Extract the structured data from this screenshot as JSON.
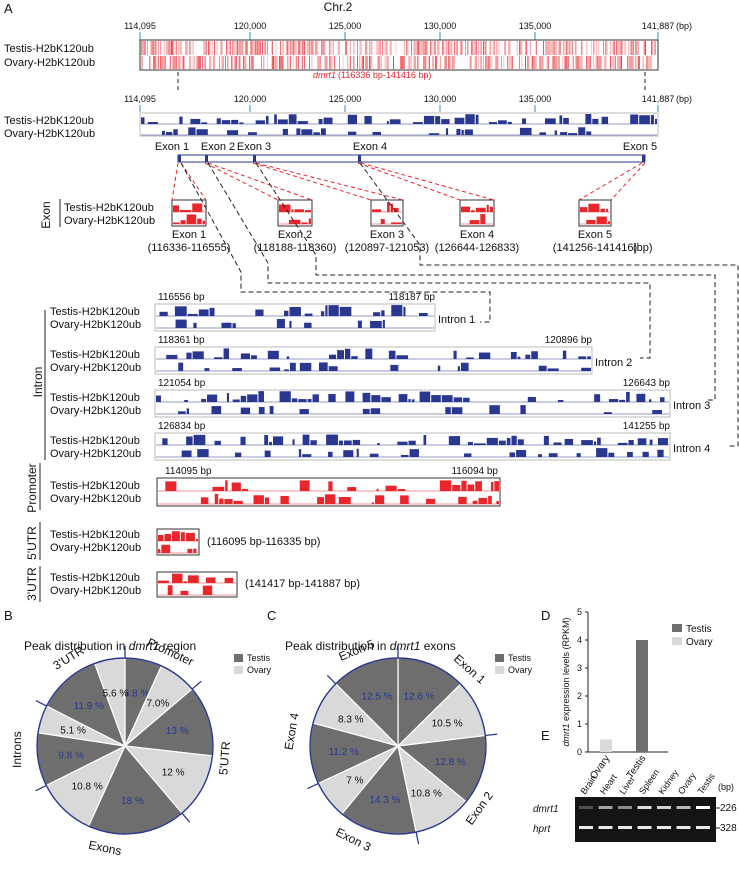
{
  "panels": {
    "A": "A",
    "B": "B",
    "C": "C",
    "D": "D",
    "E": "E"
  },
  "chromosome": {
    "title": "Chr.2",
    "ticks": [
      "114,095",
      "120,000",
      "125,000",
      "130,000",
      "135,000",
      "141,887"
    ],
    "unit": "(bp)",
    "tracks": [
      "Testis-H2bK120ub",
      "Ovary-H2bK120ub"
    ],
    "gene_label": "dmrt1",
    "gene_range": "(116336 bp-141416 bp)",
    "exon_labels": [
      "Exon 1",
      "Exon 2",
      "Exon 3",
      "Exon 4",
      "Exon 5"
    ]
  },
  "exons": {
    "group_label": "Exon",
    "tracks": [
      "Testis-H2bK120ub",
      "Ovary-H2bK120ub"
    ],
    "names": [
      "Exon 1",
      "Exon 2",
      "Exon 3",
      "Exon 4",
      "Exon 5"
    ],
    "ranges": [
      "(116336-116555)",
      "(118188-118360)",
      "(120897-121053)",
      "(126644-126833)",
      "(141256-141416)"
    ],
    "unit": "(bp)"
  },
  "introns": {
    "group_label": "Intron",
    "tracks": [
      "Testis-H2bK120ub",
      "Ovary-H2bK120ub"
    ],
    "items": [
      {
        "name": "Intron 1",
        "start": "116556 bp",
        "end": "118187 bp"
      },
      {
        "name": "Intron 2",
        "start": "118361 bp",
        "end": "120896 bp"
      },
      {
        "name": "Intron 3",
        "start": "121054 bp",
        "end": "126643 bp"
      },
      {
        "name": "Intron 4",
        "start": "126834 bp",
        "end": "141255 bp"
      }
    ]
  },
  "promoter": {
    "label": "Promoter",
    "start": "114095 bp",
    "end": "116094 bp",
    "tracks": [
      "Testis-H2bK120ub",
      "Ovary-H2bK120ub"
    ]
  },
  "utr5": {
    "label": "5'UTR",
    "range": "(116095 bp-116335 bp)",
    "tracks": [
      "Testis-H2bK120ub",
      "Ovary-H2bK120ub"
    ]
  },
  "utr3": {
    "label": "3'UTR",
    "range": "(141417 bp-141887 bp)",
    "tracks": [
      "Testis-H2bK120ub",
      "Ovary-H2bK120ub"
    ]
  },
  "colors": {
    "testis": "#6e6e6e",
    "ovary": "#d9d9d9",
    "red": "#e8262b",
    "navy": "#2a3790",
    "pct_blue": "#2a3790"
  },
  "chart_data": [
    {
      "type": "pie",
      "title": "Peak distribution in dmrt1 region",
      "legend": [
        "Testis",
        "Ovary"
      ],
      "regions": [
        "Promoter",
        "5'UTR",
        "Exons",
        "Introns",
        "3'UTR"
      ],
      "slices": [
        {
          "label": "6.8 %",
          "value": 6.8,
          "group": "Testis",
          "region": "Promoter"
        },
        {
          "label": "7.0%",
          "value": 7.0,
          "group": "Ovary",
          "region": "Promoter"
        },
        {
          "label": "13 %",
          "value": 13,
          "group": "Testis",
          "region": "5'UTR"
        },
        {
          "label": "12 %",
          "value": 12,
          "group": "Ovary",
          "region": "5'UTR"
        },
        {
          "label": "18 %",
          "value": 18,
          "group": "Testis",
          "region": "Exons"
        },
        {
          "label": "10.8 %",
          "value": 10.8,
          "group": "Ovary",
          "region": "Exons"
        },
        {
          "label": "9.8 %",
          "value": 9.8,
          "group": "Testis",
          "region": "Introns"
        },
        {
          "label": "5.1 %",
          "value": 5.1,
          "group": "Ovary",
          "region": "Introns"
        },
        {
          "label": "11.9 %",
          "value": 11.9,
          "group": "Testis",
          "region": "3'UTR"
        },
        {
          "label": "5.6 %",
          "value": 5.6,
          "group": "Ovary",
          "region": "3'UTR"
        }
      ]
    },
    {
      "type": "pie",
      "title": "Peak distribution in dmrt1 exons",
      "legend": [
        "Testis",
        "Ovary"
      ],
      "regions": [
        "Exon 1",
        "Exon 2",
        "Exon 3",
        "Exon 4",
        "Exon 5"
      ],
      "slices": [
        {
          "label": "12.6 %",
          "value": 12.6,
          "group": "Testis",
          "region": "Exon 1"
        },
        {
          "label": "10.5 %",
          "value": 10.5,
          "group": "Ovary",
          "region": "Exon 1"
        },
        {
          "label": "12.8 %",
          "value": 12.8,
          "group": "Testis",
          "region": "Exon 2"
        },
        {
          "label": "10.8 %",
          "value": 10.8,
          "group": "Ovary",
          "region": "Exon 2"
        },
        {
          "label": "14.3 %",
          "value": 14.3,
          "group": "Testis",
          "region": "Exon 3"
        },
        {
          "label": "7 %",
          "value": 7,
          "group": "Ovary",
          "region": "Exon 3"
        },
        {
          "label": "11.2 %",
          "value": 11.2,
          "group": "Testis",
          "region": "Exon 4"
        },
        {
          "label": "8.3 %",
          "value": 8.3,
          "group": "Ovary",
          "region": "Exon 4"
        },
        {
          "label": "12.5 %",
          "value": 12.5,
          "group": "Testis",
          "region": "Exon 5"
        },
        {
          "label": "",
          "value": 0,
          "group": "Ovary",
          "region": "Exon 5"
        }
      ]
    },
    {
      "type": "bar",
      "categories": [
        "Ovary",
        "Testis"
      ],
      "values": [
        0.45,
        4.0
      ],
      "ylabel": "dmrt1 expression levels (RPKM)",
      "yticks": [
        "0",
        "1",
        "2",
        "3",
        "4",
        "5"
      ],
      "ylim": [
        0,
        5
      ],
      "legend": [
        "Testis",
        "Ovary"
      ]
    }
  ],
  "gel": {
    "lanes": [
      "Brain",
      "Heart",
      "Liver",
      "Spleen",
      "Kidney",
      "Ovary",
      "Testis"
    ],
    "rows": [
      "dmrt1",
      "hprt"
    ],
    "sizes": [
      "226",
      "328"
    ],
    "unit": "(bp)"
  }
}
